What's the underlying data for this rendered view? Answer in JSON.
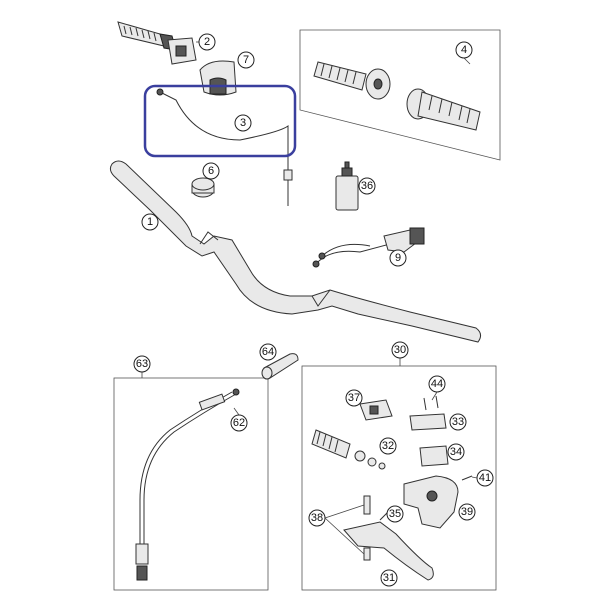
{
  "callouts": {
    "c1": "1",
    "c2": "2",
    "c3": "3",
    "c4": "4",
    "c6": "6",
    "c7": "7",
    "c9": "9",
    "c30": "30",
    "c31": "31",
    "c32": "32",
    "c33": "33",
    "c34": "34",
    "c35": "35",
    "c36": "36",
    "c37": "37",
    "c38": "38",
    "c39": "39",
    "c41": "41",
    "c44": "44",
    "c62": "62",
    "c63": "63",
    "c64": "64"
  },
  "highlight": {
    "color": "#3a3f9e",
    "target": "3"
  }
}
